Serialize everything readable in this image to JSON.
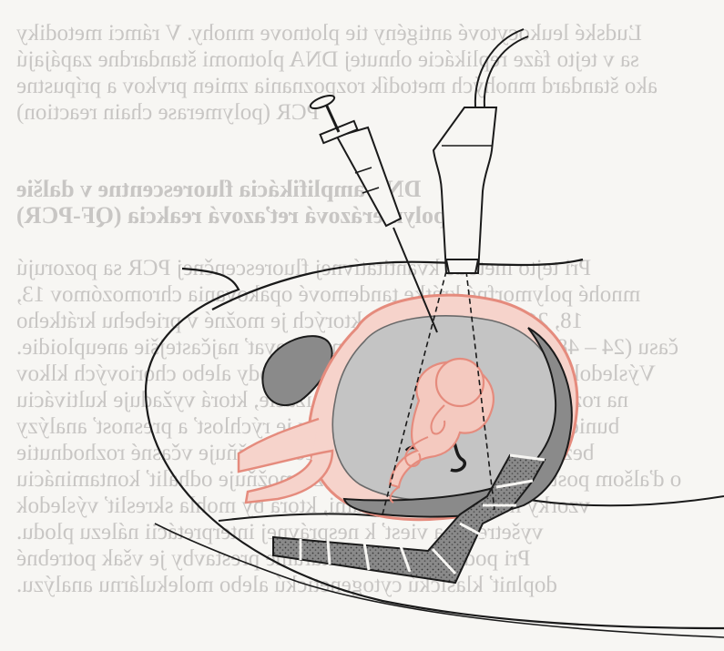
{
  "figure": {
    "description_free": true,
    "colors": {
      "paper": "#f7f6f3",
      "ink": "#1a1a1a",
      "fetus_fill": "#f4c9bf",
      "fetus_stroke": "#e58b7d",
      "uterus_fill": "#f6d3cb",
      "amniotic_fill": "#c4c4c4",
      "placenta_fill": "#8a8a8a",
      "spine_fill": "#7a7a7a",
      "show_through_text": "#c8c6c4"
    },
    "icons": [
      "syringe-icon",
      "ultrasound-probe-icon"
    ]
  },
  "show_through": {
    "lines": [
      "Ľudské leukocytové antigény tie plotnove mnohy. V rámci metodiky",
      "sa v tejto fáze replikácie ohnutej DNA plotnomi štandardne zapájajú",
      "ako štandard mnohých metodík rozpoznania zmien prvkov a prípustne",
      "PCR (polymerase chain reaction)",
      "",
      "DNA amplifikácia fluorescentne v dalšie",
      "polymerázová reťazová reakcia (QF-PCR)",
      "",
      "Pri tejto metóde kvantitatívnej fluorescenčnej PCR sa pozorujú",
      "mnohé polymorfné krátke tandemové opakovania chromozómov 13,",
      "18, 21, X a Y, pomocou ktorých je možné v priebehu krátkeho",
      "času (24 – 48 hodín) spoľahlivo diagnostikovať najčastejšie aneuploidie.",
      "Výsledok sa získava zo vzorky plodovej vody alebo choriových klkov",
      "na rozdiel od konvenčnej karyotypizácie, ktorá vyžaduje kultiváciu",
      "buniek. Zásadnou výhodou metódy je rýchlosť a presnosť analýzy",
      "bez potreby bunkovej kultúry, čo umožňuje včasné rozhodnutie",
      "o ďalšom postupe. Metóda QF-PCR tiež umožňuje odhaliť kontamináciu",
      "vzorky materskými bunkami, ktorá by mohla skresliť výsledok",
      "vyšetrenia a viesť k nesprávnej interpretácii nálezu plodu.",
      "Pri podozrení na štrukturálne prestavby je však potrebné",
      "doplniť klasickú cytogenetickú alebo molekulárnu analýzu."
    ]
  }
}
